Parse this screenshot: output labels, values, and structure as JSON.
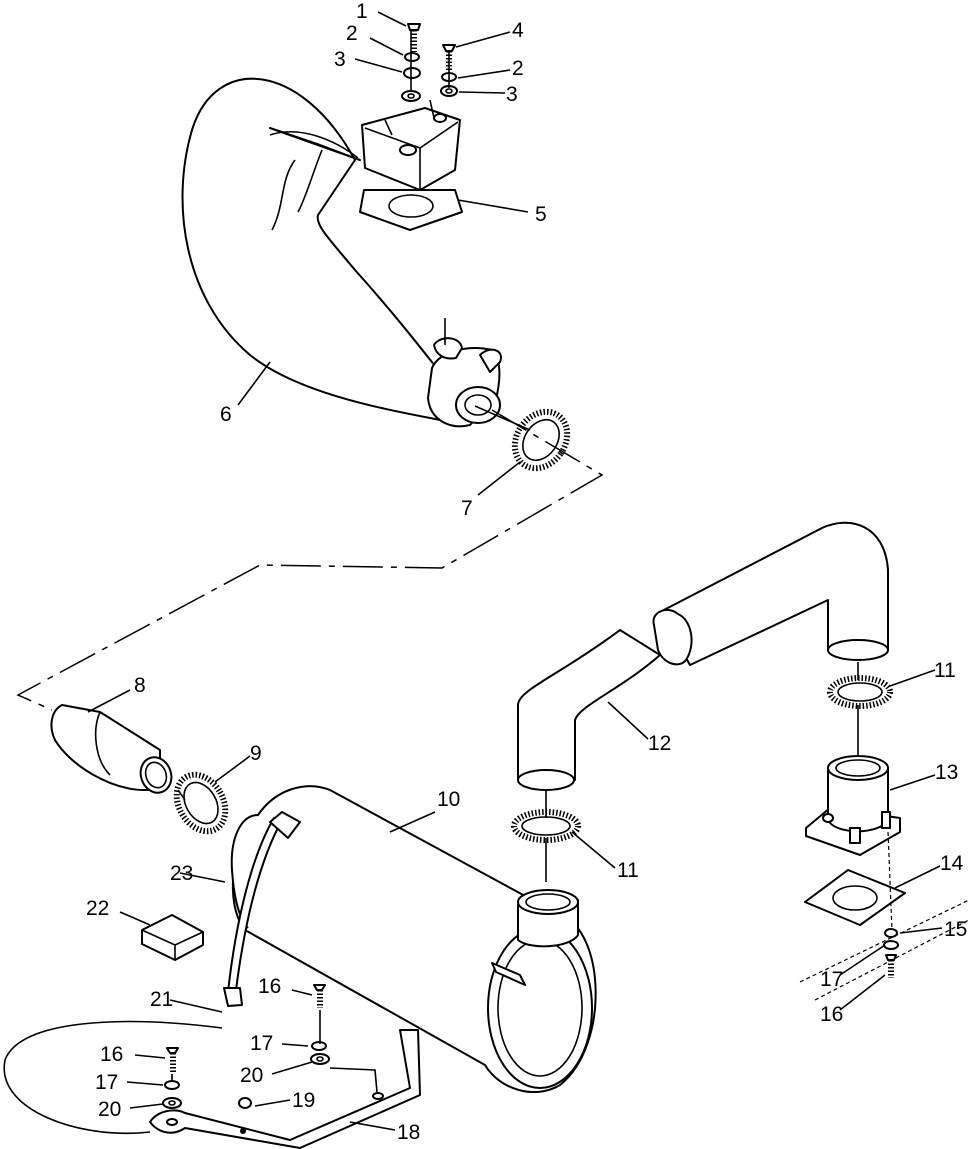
{
  "callouts": {
    "c1": "1",
    "c2a": "2",
    "c3a": "3",
    "c4": "4",
    "c2b": "2",
    "c3b": "3",
    "c5": "5",
    "c6": "6",
    "c7": "7",
    "c8": "8",
    "c9": "9",
    "c10": "10",
    "c11a": "11",
    "c11b": "11",
    "c12": "12",
    "c13": "13",
    "c14": "14",
    "c15": "15",
    "c16a": "16",
    "c16b": "16",
    "c16c": "16",
    "c17a": "17",
    "c17b": "17",
    "c17c": "17",
    "c18": "18",
    "c19": "19",
    "c20a": "20",
    "c20b": "20",
    "c21": "21",
    "c22": "22",
    "c23": "23"
  },
  "colors": {
    "ink": "#000000",
    "paper": "#ffffff"
  }
}
